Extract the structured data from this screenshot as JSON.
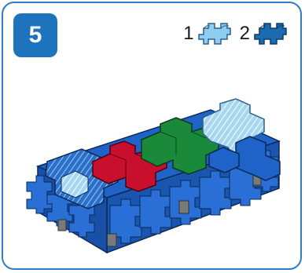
{
  "step": {
    "number": "5"
  },
  "legend": {
    "items": [
      {
        "count": "1",
        "icon": "light-blue-cross-brick-icon",
        "color": "#8ecdf2"
      },
      {
        "count": "2",
        "icon": "dark-blue-cross-brick-icon",
        "color": "#1a6bb0"
      }
    ]
  },
  "colors": {
    "frame": "#2f7cc4",
    "badge": "#1e73bd",
    "brick_blue": "#1f63c8",
    "brick_red": "#c8102e",
    "brick_green": "#1a8a3a",
    "brick_light_blue": "#a6d6f0",
    "base_gray": "#7a7a7a"
  }
}
